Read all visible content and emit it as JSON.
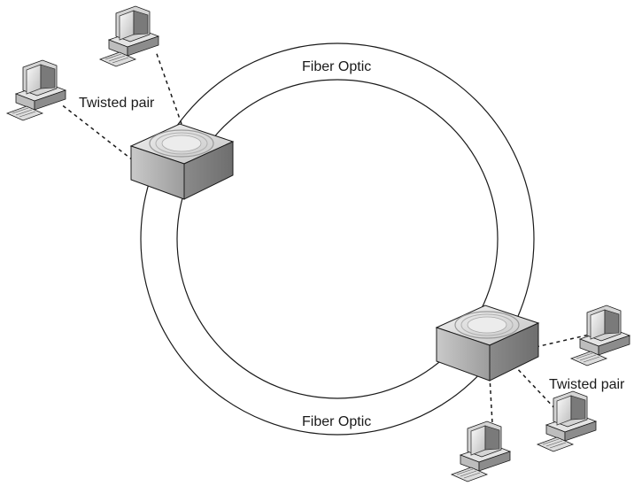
{
  "labels": {
    "fiber_top": "Fiber Optic",
    "fiber_bottom": "Fiber Optic",
    "twisted_left": "Twisted pair",
    "twisted_right": "Twisted pair"
  },
  "nodes": {
    "hubs": [
      "hub-top-left",
      "hub-bottom-right"
    ],
    "computers": [
      "computer-top",
      "computer-left",
      "computer-right-top",
      "computer-right-mid",
      "computer-bottom"
    ]
  },
  "colors": {
    "line": "#1a1a1a",
    "box_light": "#e8e8e8",
    "box_mid": "#bdbdbd",
    "box_dark": "#8a8a8a"
  }
}
